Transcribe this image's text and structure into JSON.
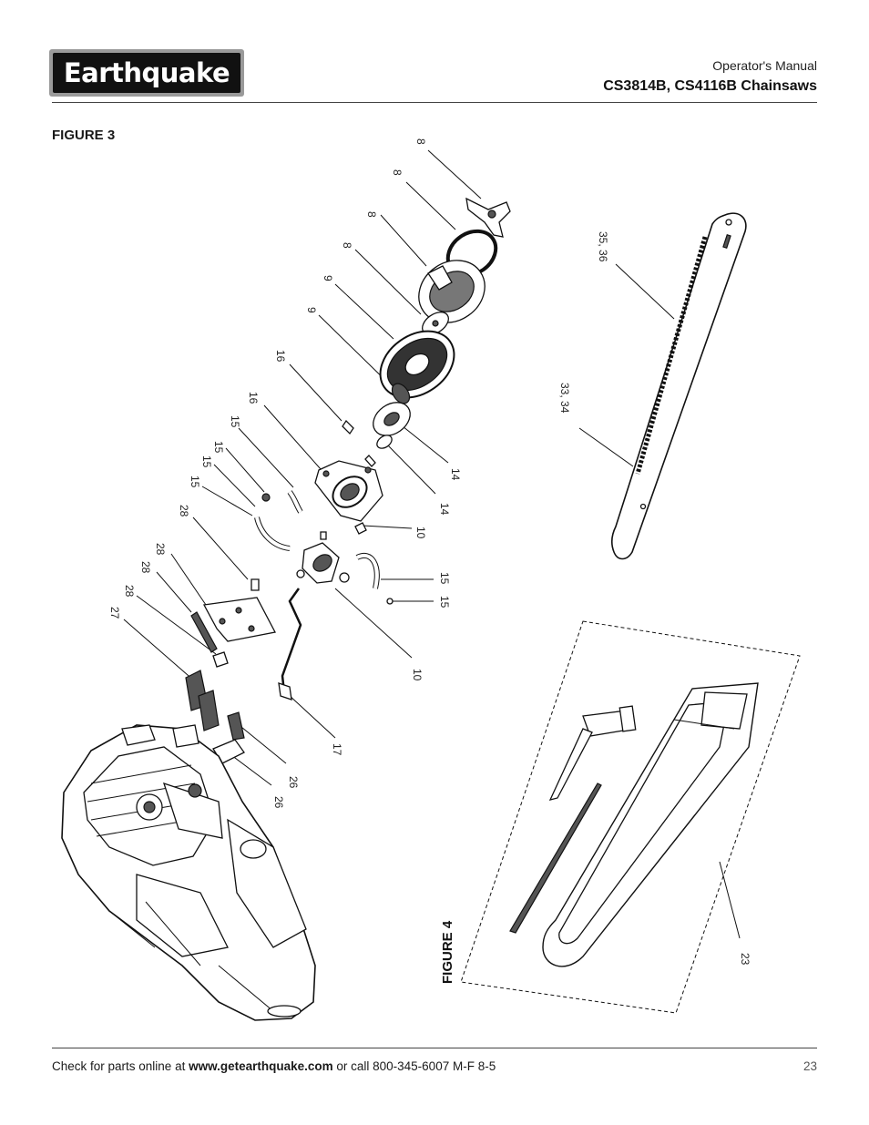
{
  "header": {
    "logo": "Earthquake",
    "subtitle": "Operator's Manual",
    "title": "CS3814B, CS4116B Chainsaws"
  },
  "figure3": {
    "title": "FIGURE 3",
    "callouts": {
      "c8a": "8",
      "c8b": "8",
      "c8c": "8",
      "c8d": "8",
      "c9a": "9",
      "c9b": "9",
      "c16a": "16",
      "c16b": "16",
      "c15a": "15",
      "c15b": "15",
      "c15c": "15",
      "c15d": "15",
      "c15e": "15",
      "c15f": "15",
      "c28a": "28",
      "c28b": "28",
      "c28c": "28",
      "c28d": "28",
      "c27": "27",
      "c14a": "14",
      "c14b": "14",
      "c10a": "10",
      "c10b": "10",
      "c17": "17",
      "c26a": "26",
      "c26b": "26",
      "c3536": "35, 36",
      "c3334": "33, 34"
    }
  },
  "figure4": {
    "title": "FIGURE 4",
    "callouts": {
      "c23": "23"
    }
  },
  "footer": {
    "prefix": "Check for parts online at ",
    "url": "www.getearthquake.com",
    "suffix": " or call 800-345-6007 M-F 8-5",
    "page_number": "23"
  }
}
